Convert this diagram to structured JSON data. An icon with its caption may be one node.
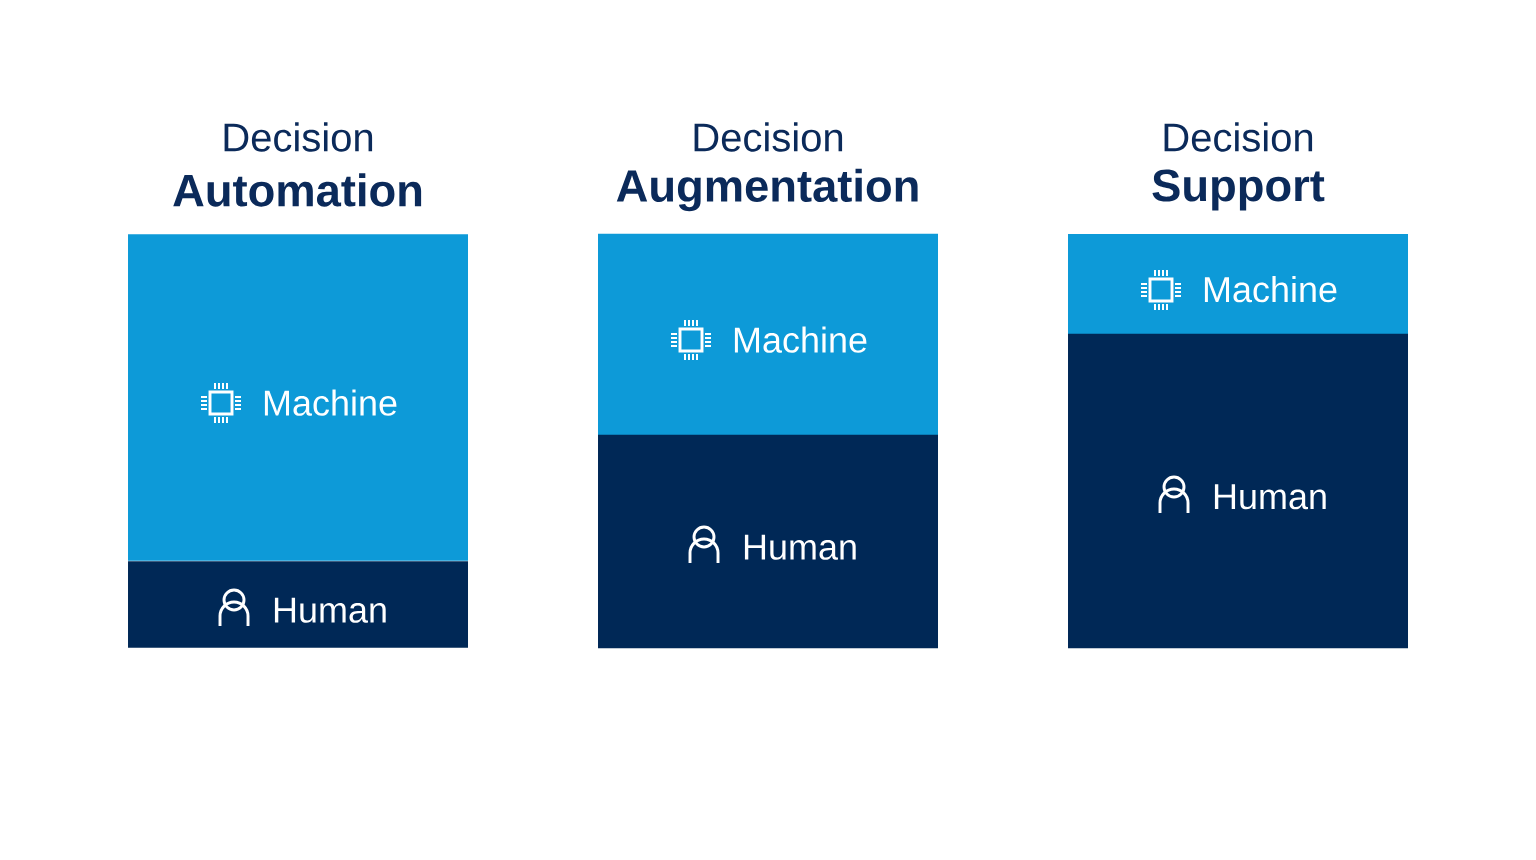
{
  "diagram": {
    "nodes": [
      {
        "text": [
          "Machine"
        ]
      },
      {
        "text": [
          "Human"
        ]
      },
      {
        "text": [
          "Machine"
        ]
      },
      {
        "text": [
          "Human"
        ]
      },
      {
        "text": [
          "Machine"
        ]
      },
      {
        "text": [
          "Human"
        ]
      }
    ],
    "labels": [
      "Decision",
      "Automation",
      "Decision",
      "Augmentation",
      "Decision",
      "Support"
    ]
  }
}
